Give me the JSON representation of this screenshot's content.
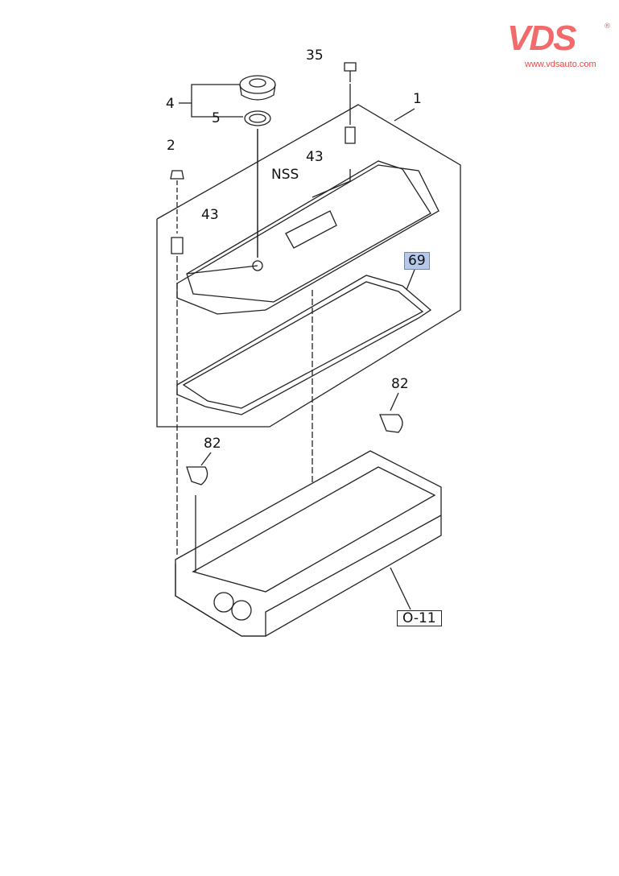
{
  "logo": {
    "mark": "VDS",
    "registered": "®",
    "url": "www.vdsauto.com",
    "color": "#f26a6a"
  },
  "callouts": {
    "c35": "35",
    "c4": "4",
    "c5": "5",
    "c1": "1",
    "c2": "2",
    "c43a": "43",
    "c43b": "43",
    "nss": "NSS",
    "c69": "69",
    "c82a": "82",
    "c82b": "82",
    "ref": "O-11"
  },
  "highlight_color": "#b8c8e8"
}
